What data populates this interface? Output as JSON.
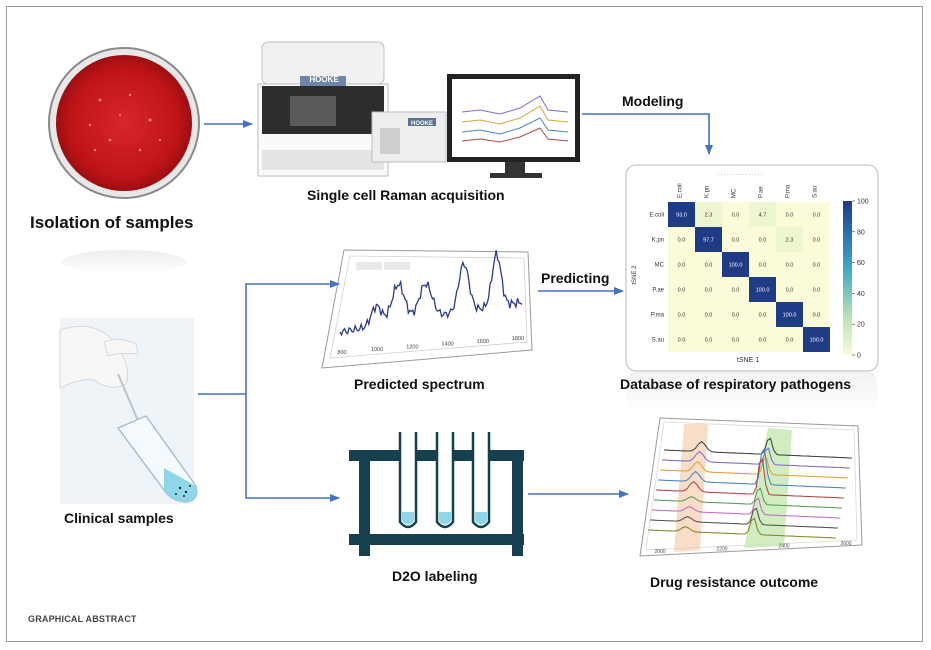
{
  "labels": {
    "isolation": "Isolation of samples",
    "raman": "Single cell Raman acquisition",
    "modeling": "Modeling",
    "predicting": "Predicting",
    "predicted_spectrum": "Predicted spectrum",
    "database": "Database of respiratory pathogens",
    "clinical": "Clinical samples",
    "d2o": "D2O labeling",
    "drug": "Drug resistance outcome"
  },
  "instrument": {
    "brand": "HOOKE"
  },
  "footer": "GRAPHICAL ABSTRACT",
  "heatmap": {
    "row_labels": [
      "E.coli",
      "K.pn",
      "MC",
      "P.ae",
      "P.ma",
      "S.au"
    ],
    "col_labels": [
      "E.coli",
      "K.pn",
      "MC",
      "P.ae",
      "P.ma",
      "S.au"
    ],
    "values": [
      [
        "93.0",
        "2.3",
        "0.0",
        "4.7",
        "0.0",
        "0.0"
      ],
      [
        "0.0",
        "97.7",
        "0.0",
        "0.0",
        "2.3",
        "0.0"
      ],
      [
        "0.0",
        "0.0",
        "100.0",
        "0.0",
        "0.0",
        "0.0"
      ],
      [
        "0.0",
        "0.0",
        "0.0",
        "100.0",
        "0.0",
        "0.0"
      ],
      [
        "0.0",
        "0.0",
        "0.0",
        "0.0",
        "100.0",
        "0.0"
      ],
      [
        "0.0",
        "0.0",
        "0.0",
        "0.0",
        "0.0",
        "100.0"
      ]
    ],
    "colorbar_ticks": [
      "100",
      "80",
      "60",
      "40",
      "20",
      "0"
    ],
    "xlabel": "tSNE 1",
    "ylabel": "tSNE 2"
  },
  "spectrum": {
    "x_ticks": [
      "800",
      "1000",
      "1200",
      "1400",
      "1600",
      "1800"
    ]
  },
  "drug_axis": {
    "x_ticks": [
      "2000",
      "2200",
      "2400",
      "2600"
    ]
  },
  "colors": {
    "arrow": "#4472c4",
    "petri_agar": "#c8151b",
    "rack": "#17404f",
    "heatmap_dark": "#1f3b86",
    "heatmap_light": "#fbfad9",
    "spectrum_line": "#2b3a8f"
  }
}
